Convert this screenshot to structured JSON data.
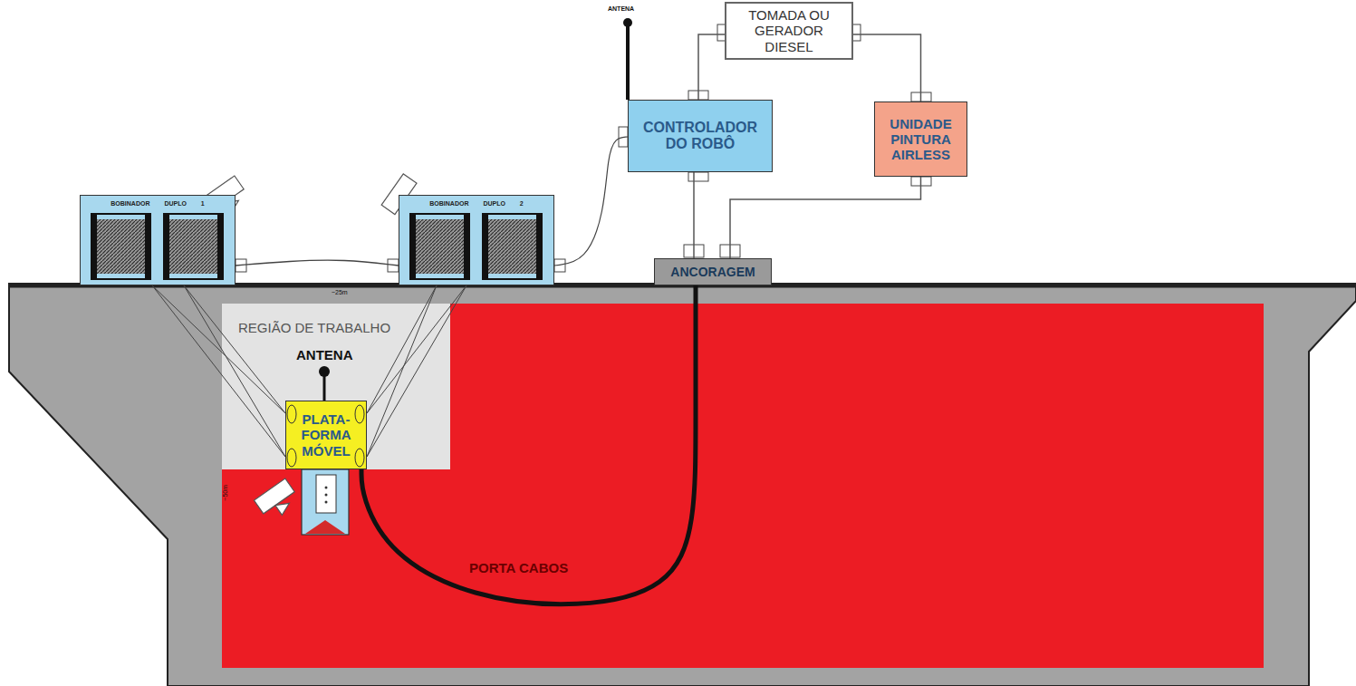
{
  "diagram": {
    "nodes": [
      {
        "text": [
          "TOMADA OU GERADOR DIESEL"
        ]
      },
      {
        "text": [
          "CONTROLADOR DO ROBÔ"
        ]
      },
      {
        "text": [
          "UNIDADE PINTURA AIRLESS"
        ]
      },
      {
        "text": [
          "BOBINADOR DUPLO 1"
        ]
      },
      {
        "text": [
          "BOBINADOR DUPLO 2"
        ]
      },
      {
        "text": [
          "ANCORAGEM"
        ]
      },
      {
        "text": [
          "REGIÃO DE TRABALHO"
        ]
      },
      {
        "text": [
          "PLATA- FORMA MÓVEL"
        ],
        "in": 6
      }
    ],
    "edges": [
      {
        "from": 0,
        "to": 1,
        "arrow": "none"
      },
      {
        "from": 0,
        "to": 2,
        "arrow": "none"
      },
      {
        "from": 1,
        "to": 5,
        "arrow": "none"
      },
      {
        "from": 2,
        "to": 5,
        "arrow": "none"
      },
      {
        "from": 3,
        "to": 4,
        "arrow": "none"
      },
      {
        "from": 4,
        "to": 1,
        "arrow": "none"
      },
      {
        "from": 5,
        "to": 7,
        "label": "PORTA CABOS",
        "arrow": "none"
      },
      {
        "from": 3,
        "to": 7,
        "arrow": "none"
      },
      {
        "from": 4,
        "to": 7,
        "arrow": "none"
      }
    ],
    "labels": [
      "ANTENA",
      "ANTENA",
      "~25m",
      "~50m"
    ]
  }
}
